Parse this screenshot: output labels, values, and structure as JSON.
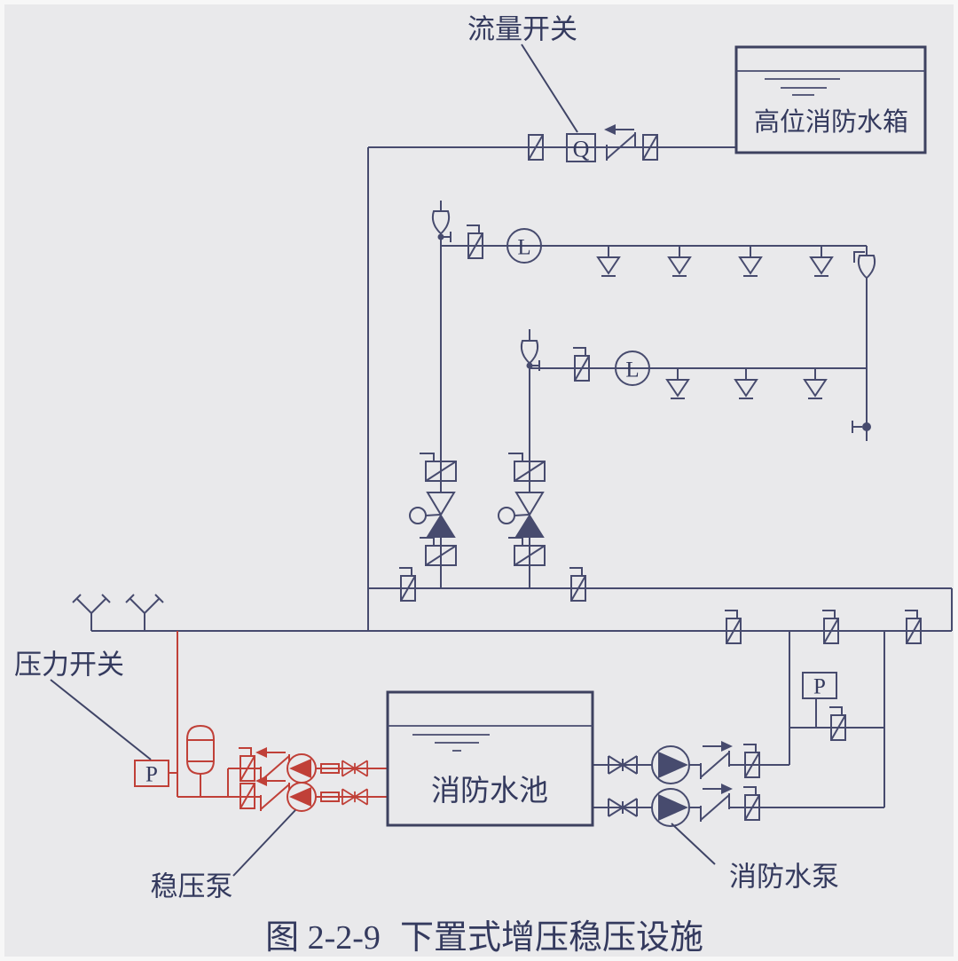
{
  "colors": {
    "background": "#e9e9eb",
    "line": "#474b6e",
    "red_line": "#c04038",
    "text": "#343a5e"
  },
  "labels": {
    "flow_switch": "流量开关",
    "pressure_switch": "压力开关",
    "stabilizing_pump": "稳压泵",
    "fire_pump": "消防水泵"
  },
  "tanks": {
    "high_level": "高位消防水箱",
    "pool": "消防水池"
  },
  "letters": {
    "flow": "Q",
    "level": "L",
    "pressure": "P"
  },
  "caption": {
    "figure_no": "图 2-2-9",
    "title": "下置式增压稳压设施"
  }
}
